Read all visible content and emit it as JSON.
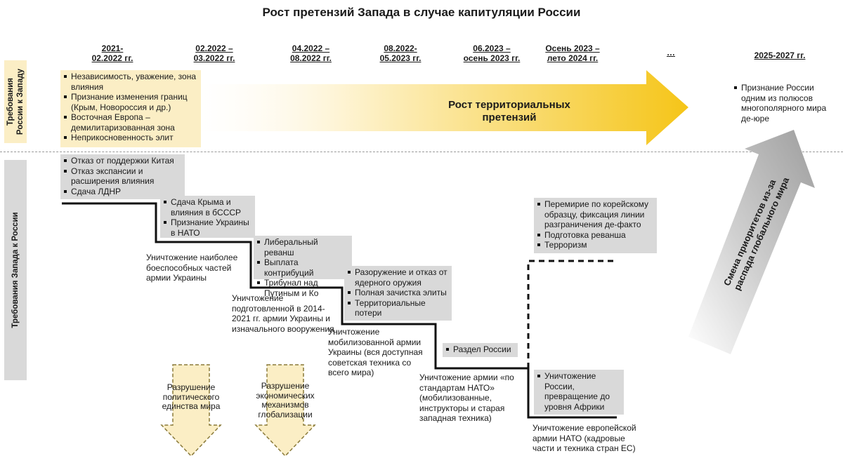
{
  "title": "Рост претензий Запада в случае капитуляции России",
  "periods": [
    {
      "line1": "2021-",
      "line2": "02.2022 гг."
    },
    {
      "line1": "02.2022 –",
      "line2": "03.2022 гг."
    },
    {
      "line1": "04.2022 –",
      "line2": "08.2022 гг."
    },
    {
      "line1": "08.2022-",
      "line2": "05.2023 гг."
    },
    {
      "line1": "06.2023 –",
      "line2": "осень 2023 гг."
    },
    {
      "line1": "Осень 2023 –",
      "line2": "лето 2024 гг."
    },
    {
      "line1": "…",
      "line2": ""
    },
    {
      "line1": "2025-2027 гг.",
      "line2": ""
    }
  ],
  "side_labels": {
    "russia_line1": "Требования",
    "russia_line2": "России к Западу",
    "west": "Требования Запада к России"
  },
  "russia_demands": [
    "Независимость, уважение, зона влияния",
    "Признание изменения границ (Крым, Новороссия и др.)",
    "Восточная Европа – демилитаризованная зона",
    "Неприкосновенность элит"
  ],
  "big_arrow_label": "Рост территориальных претензий",
  "final_demand": "Признание России одним из полюсов многополярного мира де-юре",
  "diagonal_arrow_label_line1": "Смена приоритетов из-за",
  "diagonal_arrow_label_line2": "распада глобального мира",
  "west_demands": {
    "step1": [
      "Отказ от поддержки Китая",
      "Отказ экспансии и расширения влияния",
      "Сдача ЛДНР"
    ],
    "step2": [
      "Сдача Крыма и влияния в бСССР",
      "Признание Украины в НАТО"
    ],
    "step3": [
      "Либеральный реванш",
      "Выплата контрибуций",
      "Трибунал над Путиным и Ко"
    ],
    "step4": [
      "Разоружение и отказ от ядерного оружия",
      "Полная зачистка элиты",
      "Территориальные потери"
    ],
    "step5": [
      "Раздел России"
    ],
    "step6_upper": [
      "Перемирие по корейскому образцу, фиксация линии разграничения де-факто",
      "Подготовка реванша",
      "Терроризм"
    ],
    "step6_lower": [
      "Уничтожение России, превращение до уровня Африки"
    ]
  },
  "captions": {
    "c1": "Уничтожение наиболее боеспособных частей армии Украины",
    "c2": "Уничтожение подготовленной в 2014-2021 гг. армии Украины и изначального вооружения",
    "c3": "Уничтожение мобилизованной армии Украины (вся доступная советская техника со всего мира)",
    "c4": "Уничтожение армии «по стандартам НАТО» (мобилизованные, инструкторы и старая западная техника)",
    "c5": "Уничтожение европейской армии НАТО (кадровые части и техника стран ЕС)"
  },
  "down_arrows": [
    "Разрушение политического единства мира",
    "Разрушение экономических механизмов глобализации"
  ],
  "colors": {
    "yellow_light": "#fbeec5",
    "arrow_yellow": "#f5c518",
    "gray_box": "#d9d9d9",
    "step_line": "#111111"
  }
}
